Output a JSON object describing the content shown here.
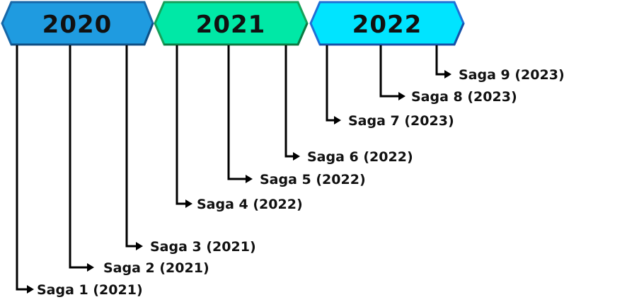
{
  "years": [
    {
      "label": "2020",
      "fill": "#1f9be0",
      "stroke": "#1767a8",
      "sagas": [
        {
          "label": "Saga 1 (2021)"
        },
        {
          "label": "Saga 2 (2021)"
        },
        {
          "label": "Saga 3 (2021)"
        }
      ]
    },
    {
      "label": "2021",
      "fill": "#00e8a6",
      "stroke": "#16a05a",
      "sagas": [
        {
          "label": "Saga 4 (2022)"
        },
        {
          "label": "Saga 5 (2022)"
        },
        {
          "label": "Saga 6 (2022)"
        }
      ]
    },
    {
      "label": "2022",
      "fill": "#00e4ff",
      "stroke": "#1f6fd6",
      "sagas": [
        {
          "label": "Saga 7 (2023)"
        },
        {
          "label": "Saga 8 (2023)"
        },
        {
          "label": "Saga 9 (2023)"
        }
      ]
    }
  ]
}
